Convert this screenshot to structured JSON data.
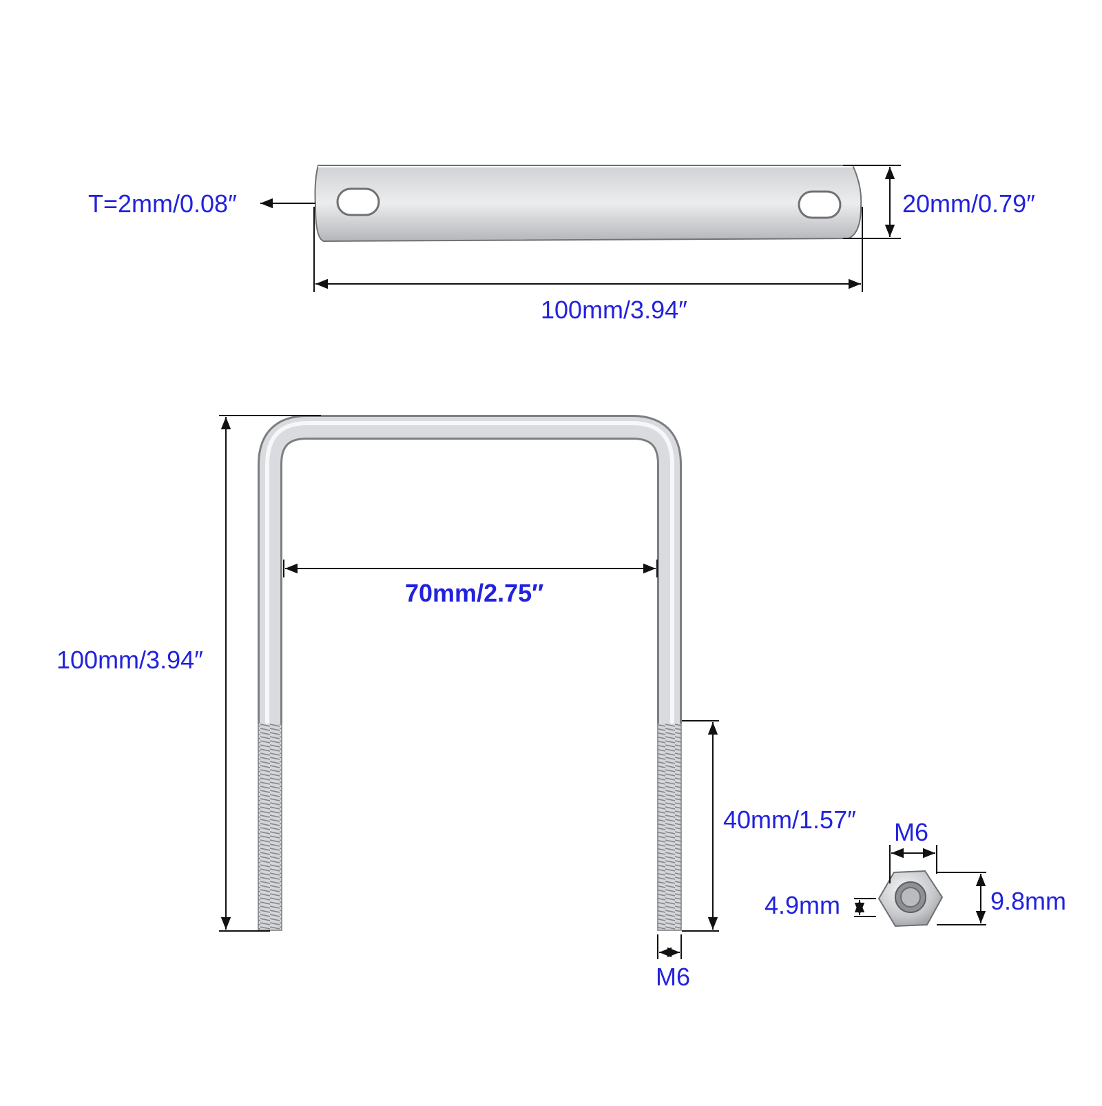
{
  "colors": {
    "dimension_text": "#2222dd",
    "dimension_line": "#111111",
    "metal": "#c9cbcf"
  },
  "plate": {
    "thickness_label": "T=2mm/0.08″",
    "height_label": "20mm/0.79″",
    "length_label": "100mm/3.94″"
  },
  "ubolt": {
    "height_label": "100mm/3.94″",
    "inner_width_label": "70mm/2.75″",
    "thread_length_label": "40mm/1.57″",
    "thread_size_label": "M6"
  },
  "nut": {
    "thread_label": "M6",
    "thickness_label": "4.9mm",
    "width_label": "9.8mm"
  }
}
